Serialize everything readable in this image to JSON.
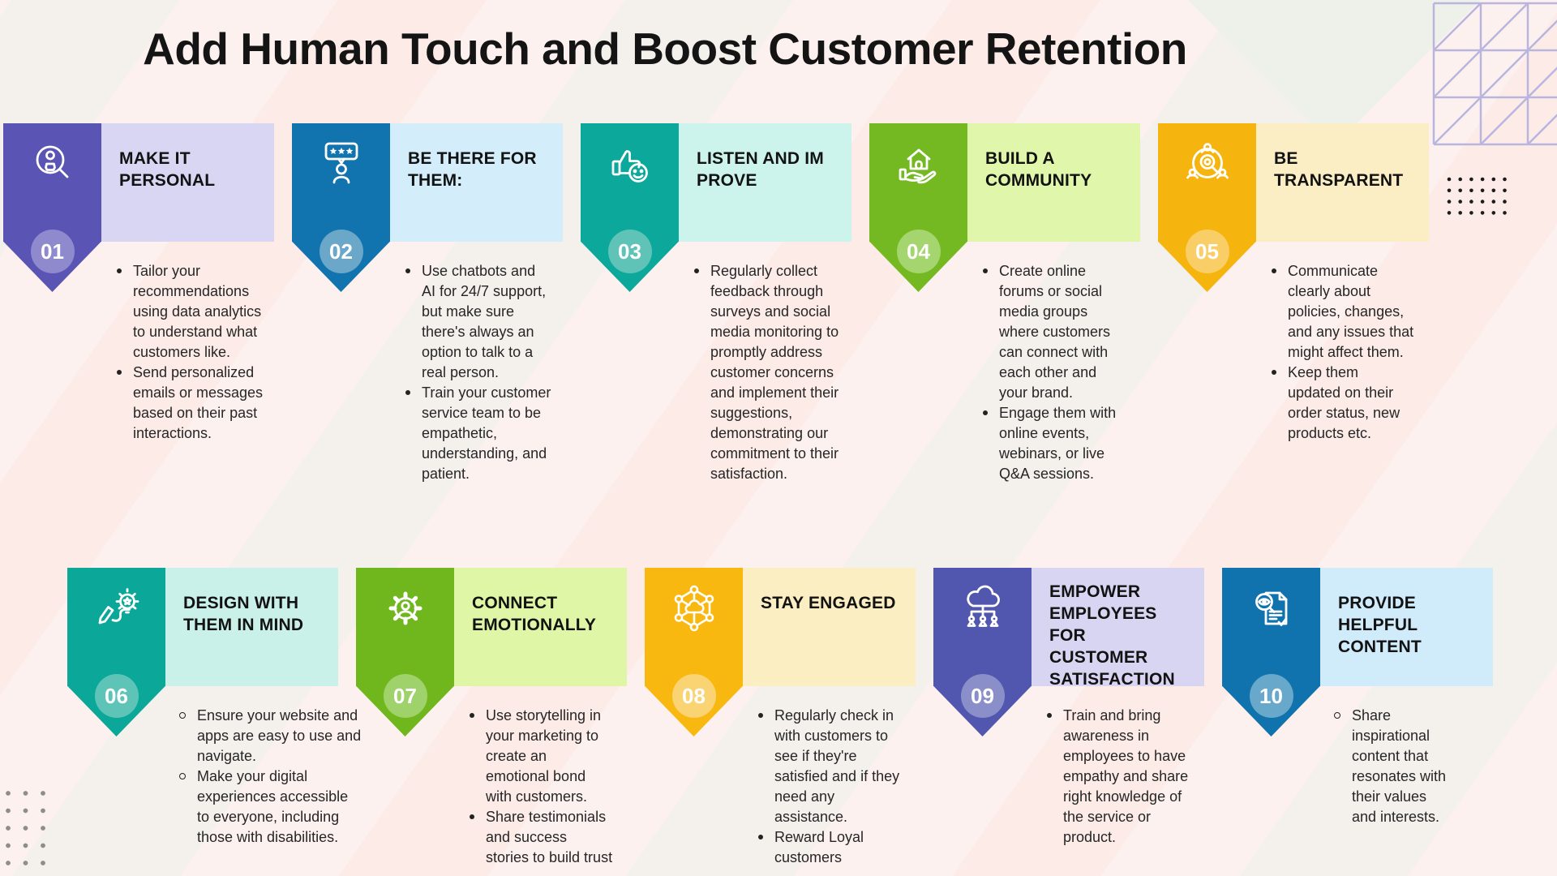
{
  "page_title": "Add Human Touch and Boost Customer Retention",
  "decorations": {
    "triangle_grid_color": "#b9b5de",
    "black_dots_color": "#1c1c1c",
    "gray_dots_color": "#8d8d8d",
    "diamond_color": "#edf1ea"
  },
  "cards": [
    {
      "number": "01",
      "title": "MAKE IT\nPERSONAL",
      "icon": "person-search-icon",
      "ribbon_color": "#5a55b4",
      "circle_color": "#8f8ace",
      "header_color": "#d8d6f3",
      "bullets": [
        "Tailor your recommendations using data analytics to understand what customers like.",
        "Send personalized emails or messages based on their past interactions."
      ]
    },
    {
      "number": "02",
      "title": "BE THERE FOR\nTHEM:",
      "icon": "customer-review-icon",
      "ribbon_color": "#1274ae",
      "circle_color": "#6ba7c9",
      "header_color": "#d4edfb",
      "bullets": [
        "Use chatbots and AI for 24/7 support, but make sure there's always an option to talk to a real person.",
        "Train your customer service team to be empathetic, understanding, and patient."
      ]
    },
    {
      "number": "03",
      "title": "LISTEN AND IM\nPROVE",
      "icon": "thumbs-up-smiley-icon",
      "ribbon_color": "#0ca89b",
      "circle_color": "#5fc3b8",
      "header_color": "#cdf3ed",
      "bullets": [
        "Regularly collect feedback through surveys and social media monitoring to promptly address customer concerns and implement their suggestions, demonstrating our commitment to their satisfaction."
      ]
    },
    {
      "number": "04",
      "title": "BUILD A\nCOMMUNITY",
      "icon": "house-hand-icon",
      "ribbon_color": "#74b922",
      "circle_color": "#a5d56e",
      "header_color": "#e0f6ab",
      "bullets": [
        "Create online forums or social media groups where customers can connect with each other and your brand.",
        "Engage them with online events, webinars, or live Q&A sessions."
      ]
    },
    {
      "number": "05",
      "title": "BE\nTRANSPARENT",
      "icon": "community-watch-icon",
      "ribbon_color": "#f6b40e",
      "circle_color": "#f9ce67",
      "header_color": "#fbeec4",
      "bullets": [
        "Communicate clearly about policies, changes, and any issues that might affect them.",
        "Keep them updated on their order status, new products etc."
      ]
    },
    {
      "number": "06",
      "title": "DESIGN WITH\nTHEM IN MIND",
      "icon": "pencil-bulb-icon",
      "ribbon_color": "#0ba89a",
      "circle_color": "#5ec4b7",
      "header_color": "#c9f1ea",
      "bullets": [
        "Ensure your website and apps are easy to use and navigate.",
        "Make your digital experiences accessible to everyone, including those with disabilities."
      ]
    },
    {
      "number": "07",
      "title": "CONNECT\nEMOTIONALLY",
      "icon": "gear-person-icon",
      "ribbon_color": "#6fb71d",
      "circle_color": "#a0d26b",
      "header_color": "#def6a6",
      "bullets": [
        "Use storytelling in your marketing to create an emotional bond with customers.",
        "Share testimonials and success stories to build trust"
      ]
    },
    {
      "number": "08",
      "title": "STAY ENGAGED",
      "icon": "network-icon",
      "ribbon_color": "#f8b80f",
      "circle_color": "#fad373",
      "header_color": "#fbeec2",
      "bullets": [
        "Regularly check in with customers to see if they're satisfied and if they need any assistance.",
        "Reward Loyal customers"
      ]
    },
    {
      "number": "09",
      "title": "EMPOWER\nEMPLOYEES FOR\nCUSTOMER\nSATISFACTION",
      "icon": "cloud-team-icon",
      "ribbon_color": "#5156ae",
      "circle_color": "#8b8fc9",
      "header_color": "#d7d5f2",
      "bullets": [
        "Train and bring awareness in employees  to have empathy and share right knowledge of the service or product."
      ]
    },
    {
      "number": "10",
      "title": "PROVIDE\nHELPFUL\nCONTENT",
      "icon": "document-review-icon",
      "ribbon_color": "#1173ae",
      "circle_color": "#68a8cb",
      "header_color": "#d0ebfa",
      "bullets": [
        "Share inspirational content that resonates with their values and interests."
      ]
    }
  ]
}
